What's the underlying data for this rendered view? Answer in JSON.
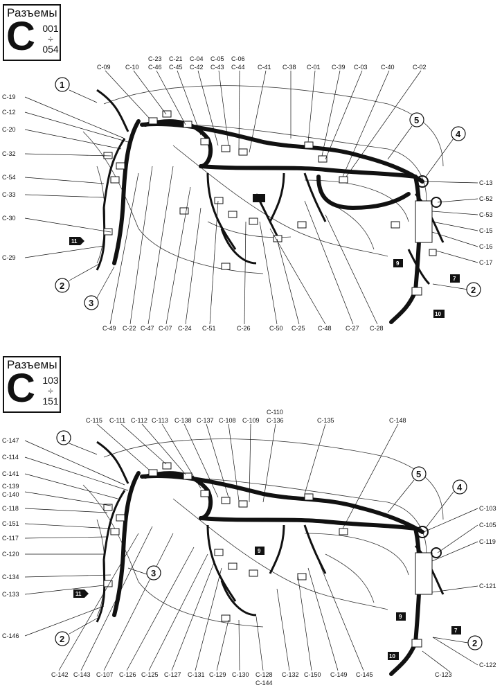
{
  "panels": [
    {
      "title": {
        "word": "Разъемы",
        "letter": "C",
        "from": "001",
        "div": "÷",
        "to": "054"
      },
      "labels_top": [
        "C-09",
        "C-10",
        "C-23",
        "C-46",
        "C-21",
        "C-45",
        "C-04",
        "C-42",
        "C-05",
        "C-43",
        "C-06",
        "C-44",
        "C-41",
        "C-38",
        "C-01",
        "C-39",
        "C-03",
        "C-40",
        "C-02"
      ],
      "labels_left": [
        "C-19",
        "C-12",
        "C-20",
        "C-32",
        "C-54",
        "C-33",
        "C-30",
        "C-29"
      ],
      "labels_right": [
        "C-13",
        "C-52",
        "C-53",
        "C-15",
        "C-16",
        "C-17"
      ],
      "labels_bottom": [
        "C-49",
        "C-22",
        "C-47",
        "C-07",
        "C-24",
        "C-51",
        "C-26",
        "C-50",
        "C-25",
        "C-48",
        "C-27",
        "C-28"
      ],
      "circles": [
        "1",
        "2",
        "3",
        "4",
        "5",
        "2"
      ],
      "tags": [
        "11",
        "9",
        "7",
        "10"
      ]
    },
    {
      "title": {
        "word": "Разъемы",
        "letter": "C",
        "from": "103",
        "div": "÷",
        "to": "151"
      },
      "labels_top": [
        "C-115",
        "C-111",
        "C-112",
        "C-113",
        "C-138",
        "C-137",
        "C-108",
        "C-109",
        "C-110",
        "C-136",
        "C-135",
        "C-148"
      ],
      "labels_left": [
        "C-147",
        "C-114",
        "C-141",
        "C-139",
        "C-140",
        "C-118",
        "C-151",
        "C-117",
        "C-120",
        "C-134",
        "C-133",
        "C-146"
      ],
      "labels_right": [
        "C-103",
        "C-105",
        "C-119",
        "C-121",
        "C-122",
        "C-123"
      ],
      "labels_bottom": [
        "C-142",
        "C-143",
        "C-107",
        "C-126",
        "C-125",
        "C-127",
        "C-131",
        "C-129",
        "C-130",
        "C-128",
        "C-144",
        "C-132",
        "C-150",
        "C-149",
        "C-145"
      ],
      "circles": [
        "1",
        "2",
        "3",
        "4",
        "5",
        "2"
      ],
      "tags": [
        "11",
        "9",
        "9",
        "7",
        "10"
      ]
    }
  ]
}
